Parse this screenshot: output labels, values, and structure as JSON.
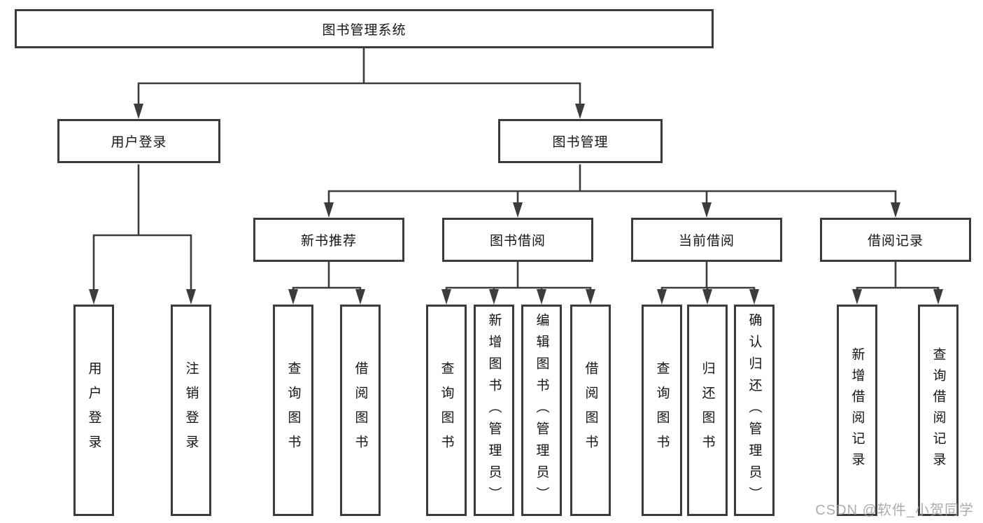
{
  "tree": {
    "root": {
      "label": "图书管理系统",
      "children": [
        {
          "label": "用户登录",
          "children": [
            {
              "label": "用户登录"
            },
            {
              "label": "注销登录"
            }
          ]
        },
        {
          "label": "图书管理",
          "children": [
            {
              "label": "新书推荐",
              "children": [
                {
                  "label": "查询图书"
                },
                {
                  "label": "借阅图书"
                }
              ]
            },
            {
              "label": "图书借阅",
              "children": [
                {
                  "label": "查询图书"
                },
                {
                  "label": "新增图书（管理员）"
                },
                {
                  "label": "编辑图书（管理员）"
                },
                {
                  "label": "借阅图书"
                }
              ]
            },
            {
              "label": "当前借阅",
              "children": [
                {
                  "label": "查询图书"
                },
                {
                  "label": "归还图书"
                },
                {
                  "label": "确认归还（管理员）"
                }
              ]
            },
            {
              "label": "借阅记录",
              "children": [
                {
                  "label": "新增借阅记录"
                },
                {
                  "label": "查询借阅记录"
                }
              ]
            }
          ]
        }
      ]
    }
  },
  "watermark": {
    "text": "CSDN @软件_小贺同学"
  },
  "colors": {
    "line": "#3c3c3c",
    "box_border": "#3c3c3c",
    "text": "#141414",
    "background": "#ffffff",
    "watermark": "#9e9ea0"
  }
}
